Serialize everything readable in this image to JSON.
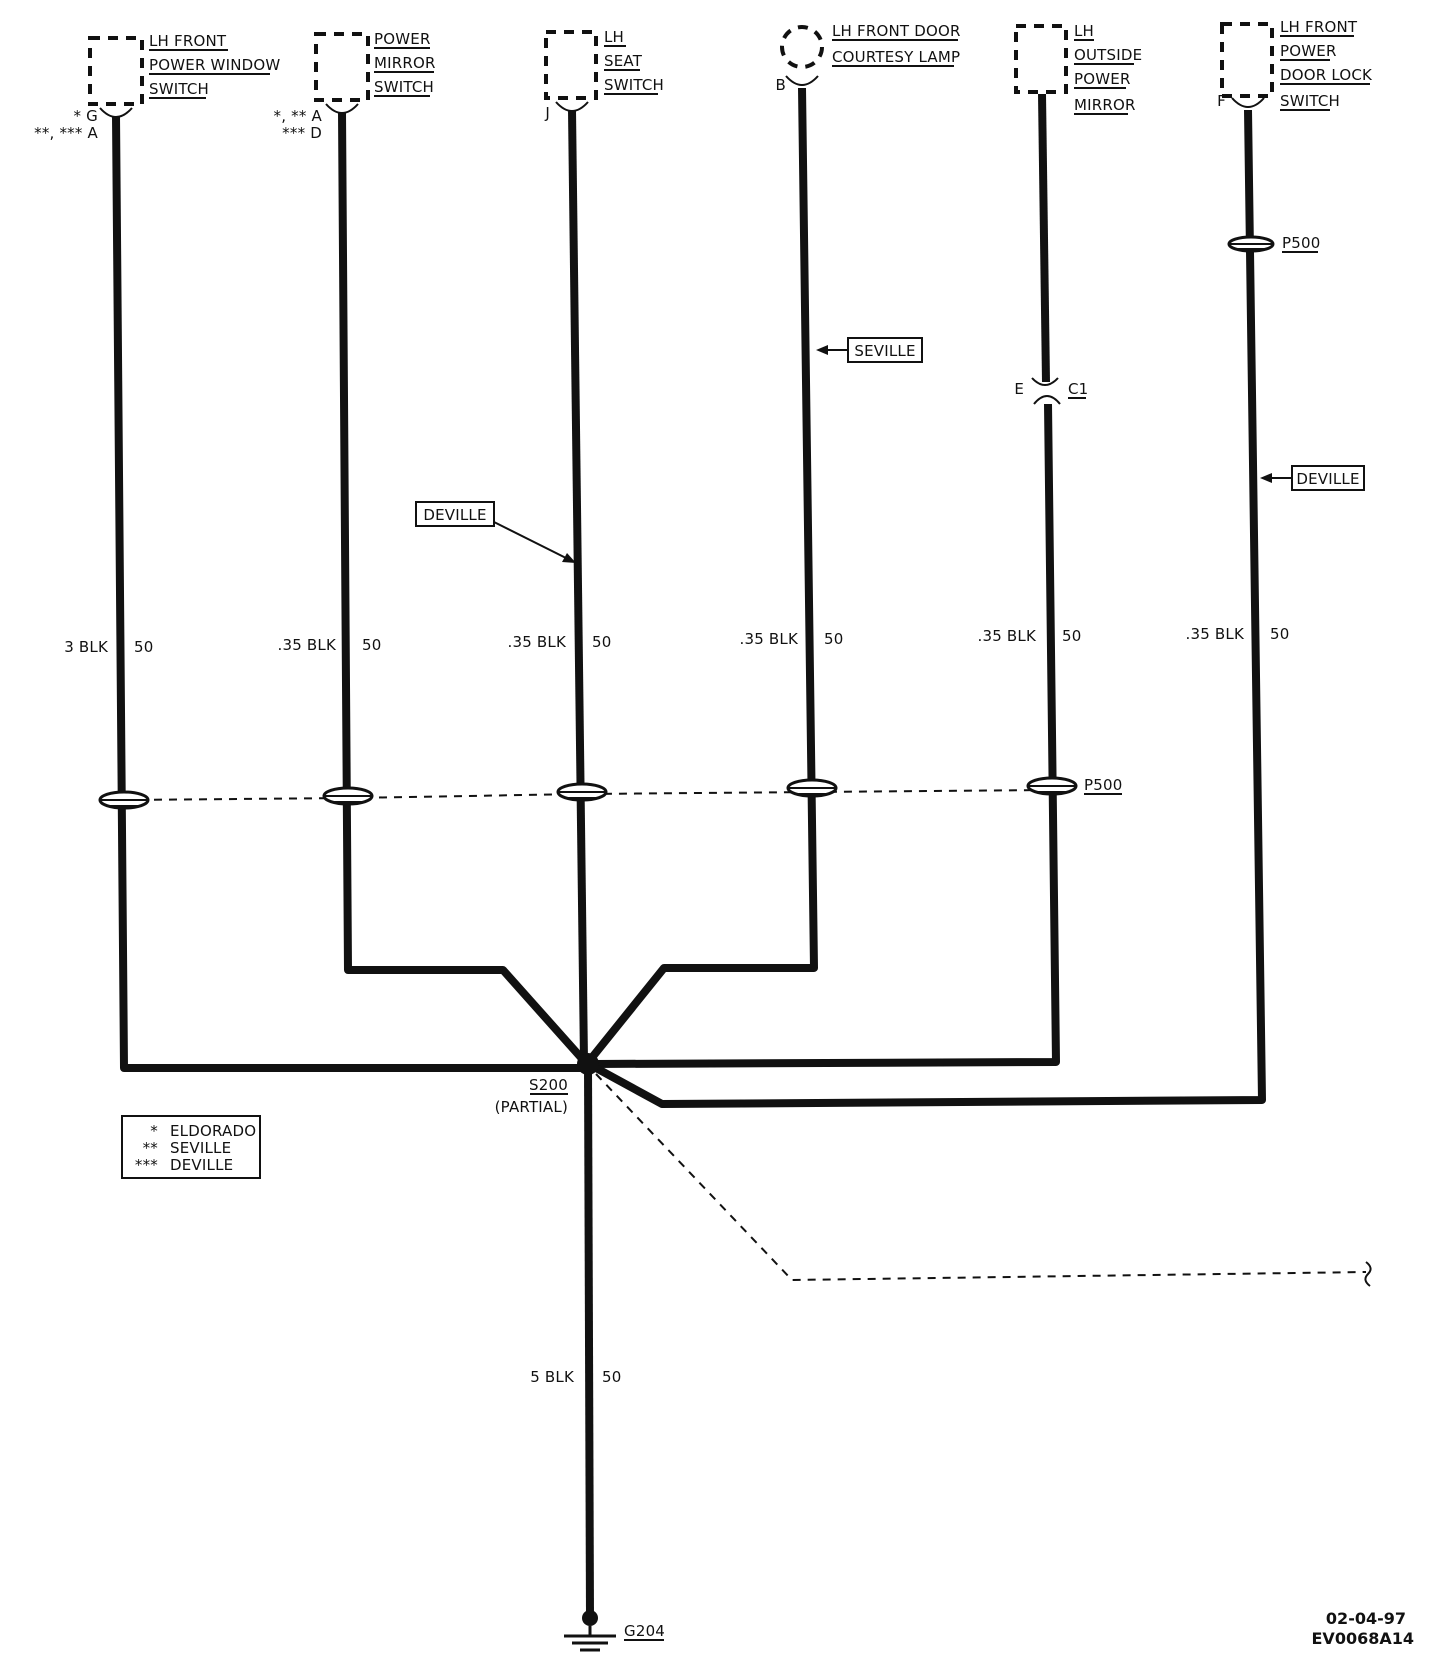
{
  "components": [
    {
      "id": "c1",
      "lines": [
        "LH FRONT",
        "POWER WINDOW",
        "SWITCH"
      ],
      "pins": [
        "* G",
        "**, *** A"
      ]
    },
    {
      "id": "c2",
      "lines": [
        "POWER",
        "MIRROR",
        "SWITCH"
      ],
      "pins": [
        "*, ** A",
        "*** D"
      ]
    },
    {
      "id": "c3",
      "lines": [
        "LH",
        "SEAT",
        "SWITCH"
      ],
      "pins": [
        "J"
      ]
    },
    {
      "id": "c4",
      "lines": [
        "LH FRONT DOOR",
        "COURTESY LAMP"
      ],
      "pins": [
        "B"
      ]
    },
    {
      "id": "c5",
      "lines": [
        "LH",
        "OUTSIDE",
        "POWER",
        "MIRROR"
      ],
      "pins": []
    },
    {
      "id": "c6",
      "lines": [
        "LH FRONT",
        "POWER",
        "DOOR LOCK",
        "SWITCH"
      ],
      "pins": [
        "F"
      ]
    }
  ],
  "wires": [
    {
      "size_color": "3 BLK",
      "circuit": "50"
    },
    {
      "size_color": ".35 BLK",
      "circuit": "50"
    },
    {
      "size_color": ".35 BLK",
      "circuit": "50"
    },
    {
      "size_color": ".35 BLK",
      "circuit": "50"
    },
    {
      "size_color": ".35 BLK",
      "circuit": "50"
    },
    {
      "size_color": ".35 BLK",
      "circuit": "50"
    }
  ],
  "main_wire": {
    "size_color": "5 BLK",
    "circuit": "50"
  },
  "model_tags": {
    "seville": "SEVILLE",
    "deville_left": "DEVILLE",
    "deville_right": "DEVILLE"
  },
  "connectors": {
    "p500_top": "P500",
    "p500_row": "P500",
    "c1_name": "C1",
    "c1_pin": "E"
  },
  "splice": {
    "name": "S200",
    "note": "(PARTIAL)"
  },
  "ground": {
    "name": "G204"
  },
  "legend": [
    {
      "mark": "*",
      "model": "ELDORADO"
    },
    {
      "mark": "**",
      "model": "SEVILLE"
    },
    {
      "mark": "***",
      "model": "DEVILLE"
    }
  ],
  "footer": {
    "date": "02-04-97",
    "code": "EV0068A14"
  }
}
